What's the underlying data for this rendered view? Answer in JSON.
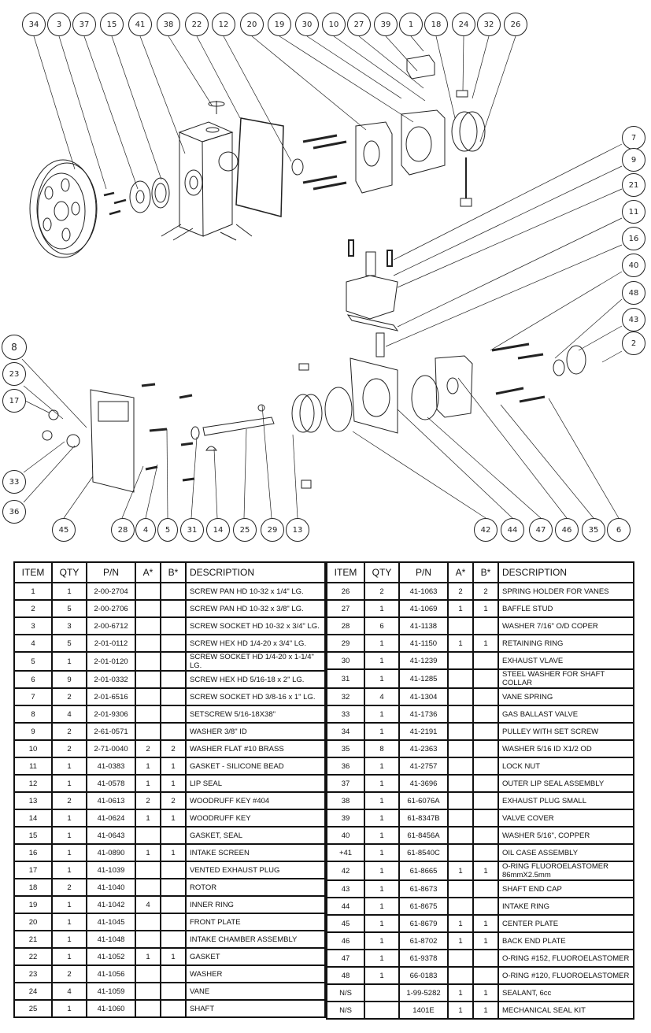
{
  "diagram": {
    "title": "Exploded parts diagram - rotary vane vacuum pump",
    "callouts_top": [
      "34",
      "3",
      "37",
      "15",
      "41",
      "38",
      "22",
      "12",
      "20",
      "19",
      "30",
      "10",
      "27",
      "39",
      "1",
      "18",
      "24",
      "32",
      "26"
    ],
    "callouts_right": [
      "7",
      "9",
      "21",
      "11",
      "16",
      "40",
      "48",
      "43",
      "2"
    ],
    "callouts_left": [
      "8",
      "23",
      "17",
      "33",
      "36"
    ],
    "callouts_bottom": [
      "45",
      "28",
      "4",
      "5",
      "31",
      "14",
      "25",
      "29",
      "13",
      "42",
      "44",
      "47",
      "46",
      "35",
      "6"
    ]
  },
  "bom": {
    "headers": {
      "item": "ITEM",
      "qty": "QTY",
      "pn": "P/N",
      "a": "A*",
      "b": "B*",
      "description": "DESCRIPTION"
    },
    "left": [
      {
        "item": "1",
        "qty": "1",
        "pn": "2-00-2704",
        "a": "",
        "b": "",
        "description": "SCREW PAN HD 10-32 x 1/4\" LG."
      },
      {
        "item": "2",
        "qty": "5",
        "pn": "2-00-2706",
        "a": "",
        "b": "",
        "description": "SCREW PAN HD 10-32 x 3/8\" LG."
      },
      {
        "item": "3",
        "qty": "3",
        "pn": "2-00-6712",
        "a": "",
        "b": "",
        "description": "SCREW SOCKET HD 10-32 x 3/4\" LG."
      },
      {
        "item": "4",
        "qty": "5",
        "pn": "2-01-0112",
        "a": "",
        "b": "",
        "description": "SCREW HEX HD 1/4-20 x 3/4\" LG."
      },
      {
        "item": "5",
        "qty": "1",
        "pn": "2-01-0120",
        "a": "",
        "b": "",
        "description": "SCREW SOCKET HD 1/4-20 x 1-1/4\" LG."
      },
      {
        "item": "6",
        "qty": "9",
        "pn": "2-01-0332",
        "a": "",
        "b": "",
        "description": "SCREW HEX HD 5/16-18 x 2\" LG."
      },
      {
        "item": "7",
        "qty": "2",
        "pn": "2-01-6516",
        "a": "",
        "b": "",
        "description": "SCREW SOCKET HD 3/8-16 x 1\" LG."
      },
      {
        "item": "8",
        "qty": "4",
        "pn": "2-01-9306",
        "a": "",
        "b": "",
        "description": "SETSCREW 5/16-18X38\""
      },
      {
        "item": "9",
        "qty": "2",
        "pn": "2-61-0571",
        "a": "",
        "b": "",
        "description": "WASHER 3/8\" ID"
      },
      {
        "item": "10",
        "qty": "2",
        "pn": "2-71-0040",
        "a": "2",
        "b": "2",
        "description": "WASHER FLAT #10 BRASS"
      },
      {
        "item": "11",
        "qty": "1",
        "pn": "41-0383",
        "a": "1",
        "b": "1",
        "description": "GASKET - SILICONE BEAD"
      },
      {
        "item": "12",
        "qty": "1",
        "pn": "41-0578",
        "a": "1",
        "b": "1",
        "description": "LIP SEAL"
      },
      {
        "item": "13",
        "qty": "2",
        "pn": "41-0613",
        "a": "2",
        "b": "2",
        "description": "WOODRUFF KEY #404"
      },
      {
        "item": "14",
        "qty": "1",
        "pn": "41-0624",
        "a": "1",
        "b": "1",
        "description": "WOODRUFF KEY"
      },
      {
        "item": "15",
        "qty": "1",
        "pn": "41-0643",
        "a": "",
        "b": "",
        "description": "GASKET, SEAL"
      },
      {
        "item": "16",
        "qty": "1",
        "pn": "41-0890",
        "a": "1",
        "b": "1",
        "description": "INTAKE SCREEN"
      },
      {
        "item": "17",
        "qty": "1",
        "pn": "41-1039",
        "a": "",
        "b": "",
        "description": "VENTED EXHAUST PLUG"
      },
      {
        "item": "18",
        "qty": "2",
        "pn": "41-1040",
        "a": "",
        "b": "",
        "description": "ROTOR"
      },
      {
        "item": "19",
        "qty": "1",
        "pn": "41-1042",
        "a": "4",
        "b": "",
        "description": "INNER RING"
      },
      {
        "item": "20",
        "qty": "1",
        "pn": "41-1045",
        "a": "",
        "b": "",
        "description": "FRONT PLATE"
      },
      {
        "item": "21",
        "qty": "1",
        "pn": "41-1048",
        "a": "",
        "b": "",
        "description": "INTAKE CHAMBER ASSEMBLY"
      },
      {
        "item": "22",
        "qty": "1",
        "pn": "41-1052",
        "a": "1",
        "b": "1",
        "description": "GASKET"
      },
      {
        "item": "23",
        "qty": "2",
        "pn": "41-1056",
        "a": "",
        "b": "",
        "description": "WASHER"
      },
      {
        "item": "24",
        "qty": "4",
        "pn": "41-1059",
        "a": "",
        "b": "",
        "description": "VANE"
      },
      {
        "item": "25",
        "qty": "1",
        "pn": "41-1060",
        "a": "",
        "b": "",
        "description": "SHAFT"
      }
    ],
    "right": [
      {
        "item": "26",
        "qty": "2",
        "pn": "41-1063",
        "a": "2",
        "b": "2",
        "description": "SPRING HOLDER FOR VANES"
      },
      {
        "item": "27",
        "qty": "1",
        "pn": "41-1069",
        "a": "1",
        "b": "1",
        "description": "BAFFLE STUD"
      },
      {
        "item": "28",
        "qty": "6",
        "pn": "41-1138",
        "a": "",
        "b": "",
        "description": "WASHER 7/16\" O/D COPER"
      },
      {
        "item": "29",
        "qty": "1",
        "pn": "41-1150",
        "a": "1",
        "b": "1",
        "description": "RETAINING RING"
      },
      {
        "item": "30",
        "qty": "1",
        "pn": "41-1239",
        "a": "",
        "b": "",
        "description": "EXHAUST VLAVE"
      },
      {
        "item": "31",
        "qty": "1",
        "pn": "41-1285",
        "a": "",
        "b": "",
        "description": "STEEL WASHER FOR SHAFT COLLAR"
      },
      {
        "item": "32",
        "qty": "4",
        "pn": "41-1304",
        "a": "",
        "b": "",
        "description": "VANE SPRING"
      },
      {
        "item": "33",
        "qty": "1",
        "pn": "41-1736",
        "a": "",
        "b": "",
        "description": "GAS BALLAST VALVE"
      },
      {
        "item": "34",
        "qty": "1",
        "pn": "41-2191",
        "a": "",
        "b": "",
        "description": "PULLEY WITH SET SCREW"
      },
      {
        "item": "35",
        "qty": "8",
        "pn": "41-2363",
        "a": "",
        "b": "",
        "description": "WASHER 5/16 ID X1/2 OD"
      },
      {
        "item": "36",
        "qty": "1",
        "pn": "41-2757",
        "a": "",
        "b": "",
        "description": "LOCK NUT"
      },
      {
        "item": "37",
        "qty": "1",
        "pn": "41-3696",
        "a": "",
        "b": "",
        "description": "OUTER LIP SEAL ASSEMBLY"
      },
      {
        "item": "38",
        "qty": "1",
        "pn": "61-6076A",
        "a": "",
        "b": "",
        "description": "EXHAUST PLUG SMALL"
      },
      {
        "item": "39",
        "qty": "1",
        "pn": "61-8347B",
        "a": "",
        "b": "",
        "description": "VALVE COVER"
      },
      {
        "item": "40",
        "qty": "1",
        "pn": "61-8456A",
        "a": "",
        "b": "",
        "description": "WASHER 5/16\", COPPER"
      },
      {
        "item": "+41",
        "qty": "1",
        "pn": "61-8540C",
        "a": "",
        "b": "",
        "description": "OIL CASE ASSEMBLY"
      },
      {
        "item": "42",
        "qty": "1",
        "pn": "61-8665",
        "a": "1",
        "b": "1",
        "description": "O-RING FLUOROELASTOMER 86mmX2.5mm"
      },
      {
        "item": "43",
        "qty": "1",
        "pn": "61-8673",
        "a": "",
        "b": "",
        "description": "SHAFT END CAP"
      },
      {
        "item": "44",
        "qty": "1",
        "pn": "61-8675",
        "a": "",
        "b": "",
        "description": "INTAKE RING"
      },
      {
        "item": "45",
        "qty": "1",
        "pn": "61-8679",
        "a": "1",
        "b": "1",
        "description": "CENTER PLATE"
      },
      {
        "item": "46",
        "qty": "1",
        "pn": "61-8702",
        "a": "1",
        "b": "1",
        "description": "BACK END PLATE"
      },
      {
        "item": "47",
        "qty": "1",
        "pn": "61-9378",
        "a": "",
        "b": "",
        "description": "O-RING #152, FLUOROELASTOMER"
      },
      {
        "item": "48",
        "qty": "1",
        "pn": "66-0183",
        "a": "",
        "b": "",
        "description": "O-RING #120, FLUOROELASTOMER"
      },
      {
        "item": "N/S",
        "qty": "",
        "pn": "1-99-5282",
        "a": "1",
        "b": "1",
        "description": "SEALANT, 6cc"
      },
      {
        "item": "N/S",
        "qty": "",
        "pn": "1401E",
        "a": "1",
        "b": "1",
        "description": "MECHANICAL SEAL KIT"
      }
    ]
  }
}
